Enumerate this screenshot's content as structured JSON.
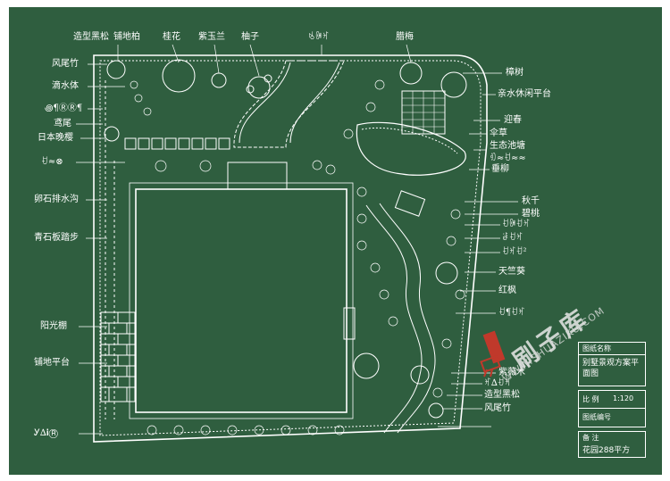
{
  "labels_left": [
    "造型黑松",
    "风尾竹",
    "滴水体",
    "꩜¶ⓇⓇ¶",
    "鸢尾",
    "日本晚樱",
    "ꀀ≈⊗",
    "卵石排水沟",
    "青石板踏步",
    "阳光棚",
    "铺地平台",
    "Ꭹ∆ℹⓇ"
  ],
  "labels_top": [
    "铺地柏",
    "桂花",
    "紫玉兰",
    "柚子",
    "ꂚꁏꂛ",
    "腊梅"
  ],
  "labels_right": [
    "樟树",
    "亲水休闲平台",
    "迎春",
    "伞草",
    "生态池塘",
    "ꂇ≈ꀀ≈≈",
    "垂柳",
    "秋千",
    "碧桃",
    "ꀀꁏꀀꂛ",
    "ꂡꀀꂛ",
    "ꀀꂛꀀ²",
    "天竺葵",
    "红枫",
    "ꀀ¶ꀀꂛ",
    "紫薇木",
    "ꂛ∆ꀀꂛ",
    "造型黑松",
    "风尾竹"
  ],
  "title_block": {
    "name_label": "图纸名称",
    "name_value": "别墅景观方案平面图",
    "scale_label": "比 例",
    "scale_value": "1:120",
    "number_label": "图纸编号",
    "note_label": "备 注",
    "note_value": "花园288平方"
  },
  "watermark": {
    "text": "刷子库",
    "url": "WWW.SHUAZIKU.COM"
  },
  "colors": {
    "board": "#2f5e3f",
    "line": "#ffffff",
    "watermark_icon": "#c0392b"
  }
}
